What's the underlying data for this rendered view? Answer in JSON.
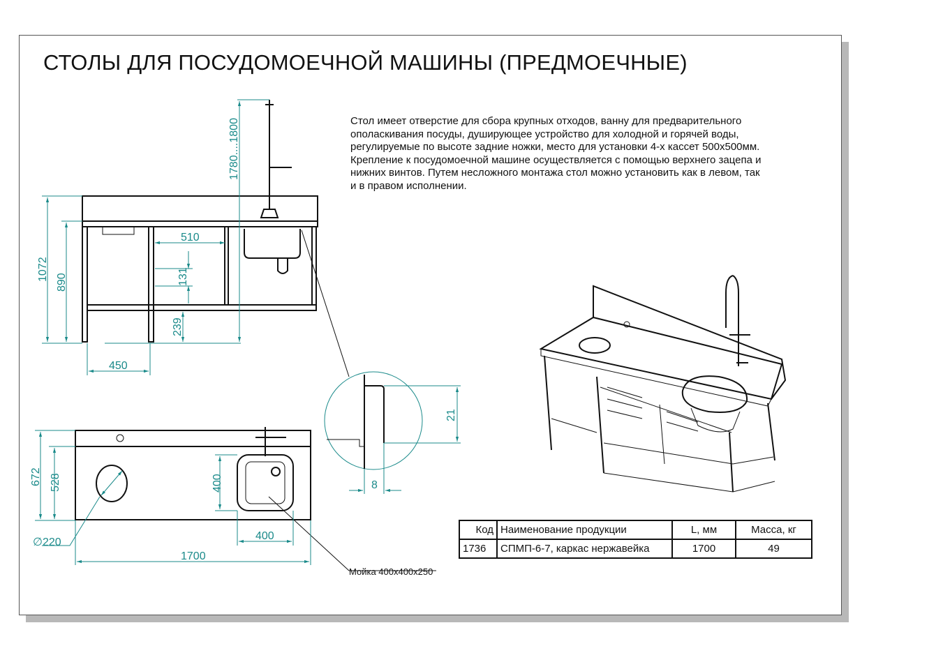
{
  "title": "СТОЛЫ ДЛЯ ПОСУДОМОЕЧНОЙ МАШИНЫ (ПРЕДМОЕЧНЫЕ)",
  "description": "Стол имеет отверстие для сбора крупных отходов, ванну для предварительного\nополаскивания посуды, душирующее устройство для холодной и горячей воды,\nрегулируемые по высоте задние ножки, место для установки 4-х кассет 500х500мм.\nКрепление к посудомоечной машине осуществляется с помощью верхнего зацепа и\nнижних винтов. Путем несложного монтажа стол можно установить как в левом, так\nи в правом исполнении.",
  "front_view": {
    "dims": {
      "h_total": "1072",
      "h_table": "890",
      "h_faucet": "1780....1800",
      "w_cassette": "510",
      "h_cassette": "131",
      "h_shelf": "239",
      "w_leg": "450"
    }
  },
  "detail_view": {
    "dims": {
      "h": "21",
      "w": "8"
    }
  },
  "top_view": {
    "dims": {
      "depth_total": "672",
      "depth_top": "528",
      "sink_depth": "400",
      "sink_width": "400",
      "length": "1700",
      "hole_diameter": "∅220"
    },
    "sink_note": "Мойка 400х400х250"
  },
  "table": {
    "headers": [
      "Код",
      "Наименование продукции",
      "L, мм",
      "Масса, кг"
    ],
    "rows": [
      [
        "1736",
        "СПМП-6-7, каркас нержавейка",
        "1700",
        "49"
      ]
    ]
  },
  "colors": {
    "dimension": "#1a8a8a",
    "outline": "#111111"
  }
}
